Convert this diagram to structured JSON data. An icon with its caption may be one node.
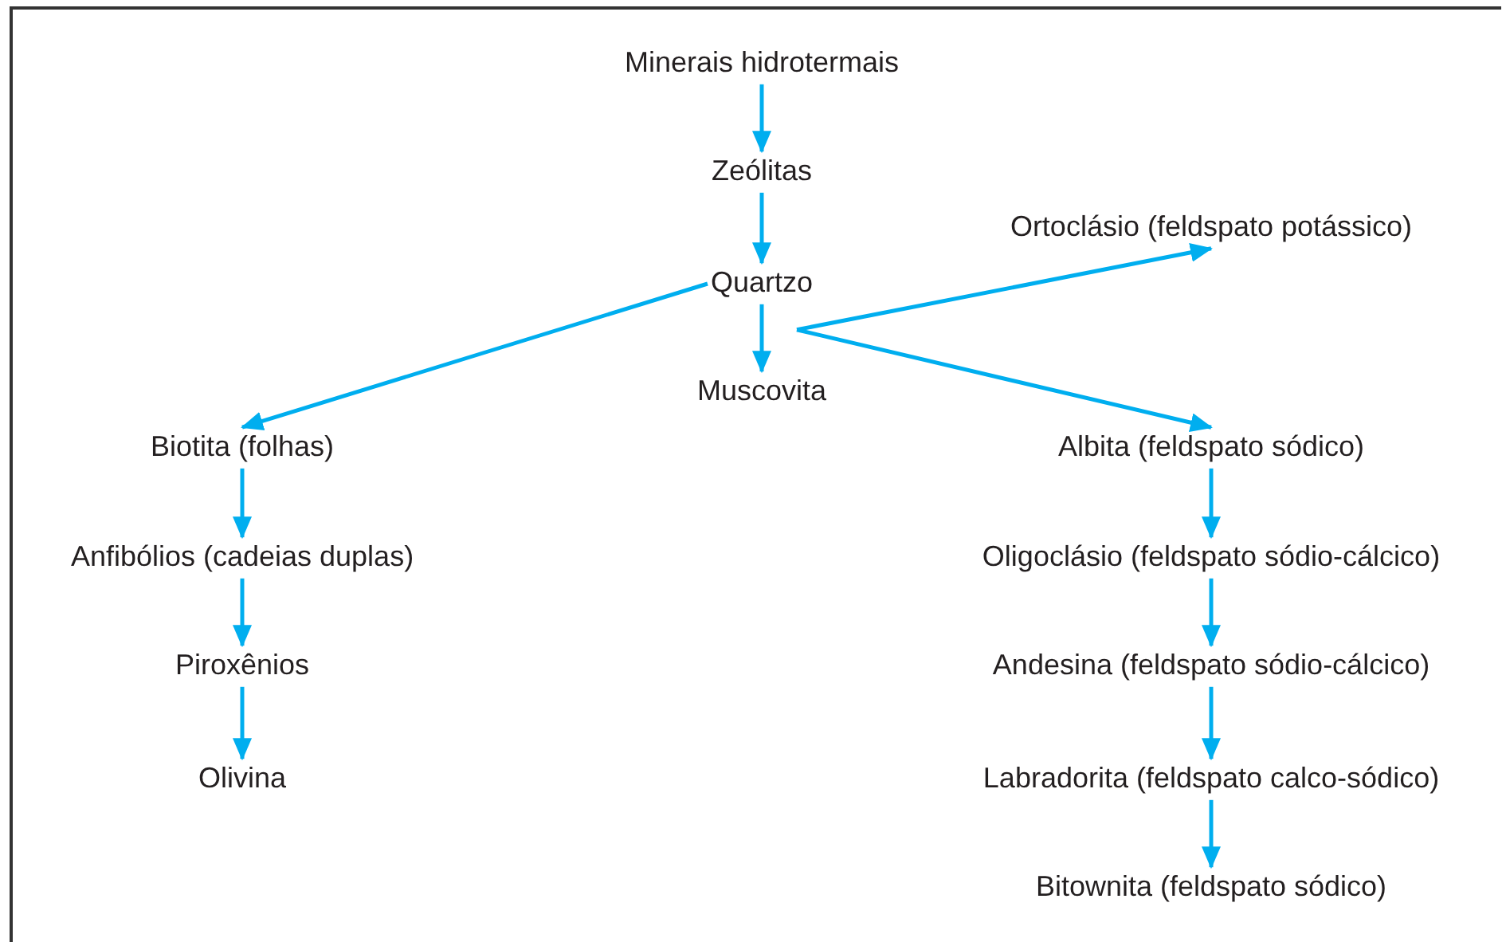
{
  "diagram": {
    "nodes": [
      {
        "text": [
          "Minerais hidrotermais"
        ]
      },
      {
        "text": [
          "Zeólitas"
        ]
      },
      {
        "text": [
          "Quartzo"
        ]
      },
      {
        "text": [
          "Ortoclásio (feldspato potássico)"
        ]
      },
      {
        "text": [
          "Muscovita"
        ]
      },
      {
        "text": [
          "Biotita (folhas)"
        ]
      },
      {
        "text": [
          "Anfibólios (cadeias duplas)"
        ]
      },
      {
        "text": [
          "Piroxênios"
        ]
      },
      {
        "text": [
          "Olivina"
        ]
      },
      {
        "text": [
          "Albita (feldspato sódico)"
        ]
      },
      {
        "text": [
          "Oligoclásio (feldspato sódio-cálcico)"
        ]
      },
      {
        "text": [
          "Andesina (feldspato sódio-cálcico)"
        ]
      },
      {
        "text": [
          "Labradorita (feldspato calco-sódico)"
        ]
      },
      {
        "text": [
          "Bitownita (feldspato sódico)"
        ]
      }
    ],
    "edges": [
      {
        "from": 0,
        "to": 1,
        "arrow": "to"
      },
      {
        "from": 1,
        "to": 2,
        "arrow": "to"
      },
      {
        "from": 2,
        "to": 4,
        "arrow": "to"
      },
      {
        "from": 2,
        "to": 5,
        "arrow": "to"
      },
      {
        "from": 2,
        "to": 3,
        "arrow": "to"
      },
      {
        "from": 2,
        "to": 9,
        "arrow": "to"
      },
      {
        "from": 5,
        "to": 6,
        "arrow": "to"
      },
      {
        "from": 6,
        "to": 7,
        "arrow": "to"
      },
      {
        "from": 7,
        "to": 8,
        "arrow": "to"
      },
      {
        "from": 9,
        "to": 10,
        "arrow": "to"
      },
      {
        "from": 10,
        "to": 11,
        "arrow": "to"
      },
      {
        "from": 11,
        "to": 12,
        "arrow": "to"
      },
      {
        "from": 12,
        "to": 13,
        "arrow": "to"
      }
    ]
  }
}
